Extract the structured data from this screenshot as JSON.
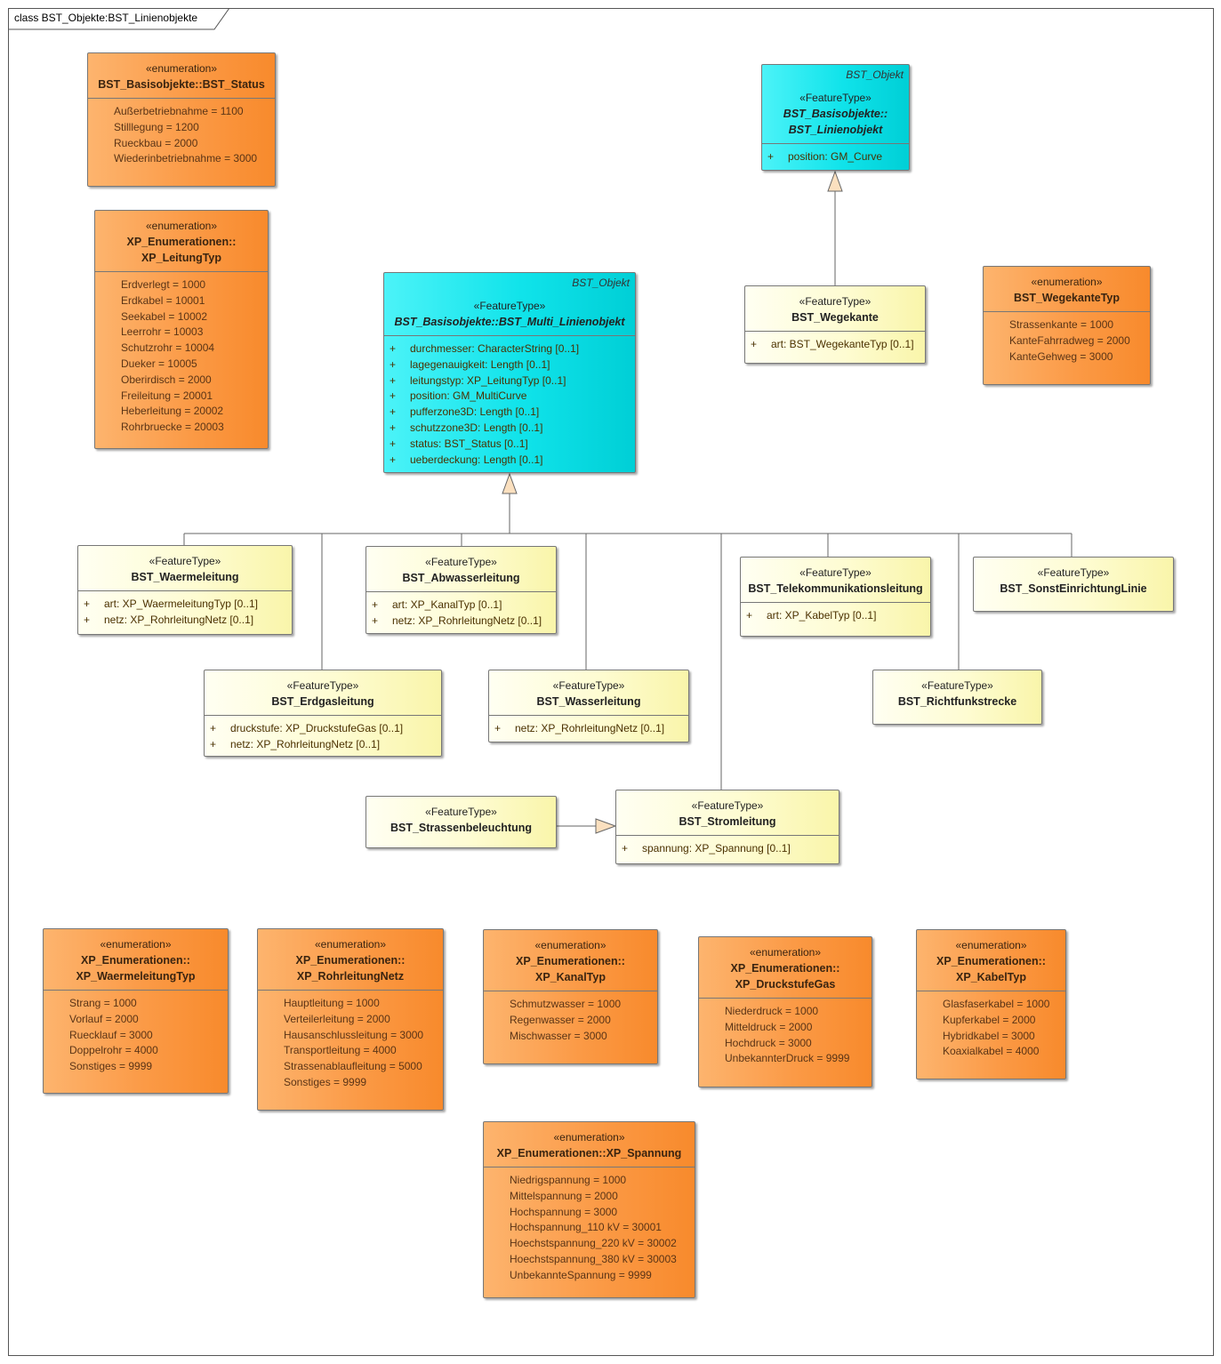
{
  "frame": {
    "title": "class BST_Objekte:BST_Linienobjekte"
  },
  "classes": {
    "bst_status": {
      "stereotype": "«enumeration»",
      "name": "BST_Basisobjekte::BST_Status",
      "attributes": [
        "Außerbetriebnahme = 1100",
        "Stilllegung = 1200",
        "Rueckbau = 2000",
        "Wiederinbetriebnahme = 3000"
      ]
    },
    "xp_leitungtyp": {
      "stereotype": "«enumeration»",
      "name_line1": "XP_Enumerationen::",
      "name_line2": "XP_LeitungTyp",
      "attributes": [
        "Erdverlegt = 1000",
        "Erdkabel = 10001",
        "Seekabel = 10002",
        "Leerrohr = 10003",
        "Schutzrohr = 10004",
        "Dueker = 10005",
        "Oberirdisch = 2000",
        "Freileitung = 20001",
        "Heberleitung = 20002",
        "Rohrbruecke = 20003"
      ]
    },
    "bst_linienobjekt": {
      "tag": "BST_Objekt",
      "stereotype": "«FeatureType»",
      "name_line1": "BST_Basisobjekte::",
      "name_line2": "BST_Linienobjekt",
      "visibility": "+",
      "attributes": [
        "position: GM_Curve"
      ]
    },
    "bst_multi_linienobjekt": {
      "tag": "BST_Objekt",
      "stereotype": "«FeatureType»",
      "name": "BST_Basisobjekte::BST_Multi_Linienobjekt",
      "visibility": "+",
      "attributes": [
        "durchmesser: CharacterString [0..1]",
        "lagegenauigkeit: Length [0..1]",
        "leitungstyp: XP_LeitungTyp [0..1]",
        "position: GM_MultiCurve",
        "pufferzone3D: Length [0..1]",
        "schutzzone3D: Length [0..1]",
        "status: BST_Status [0..1]",
        "ueberdeckung: Length [0..1]"
      ]
    },
    "bst_wegekante": {
      "stereotype": "«FeatureType»",
      "name": "BST_Wegekante",
      "visibility": "+",
      "attributes": [
        "art: BST_WegekanteTyp [0..1]"
      ]
    },
    "bst_wegekantetyp": {
      "stereotype": "«enumeration»",
      "name": "BST_WegekanteTyp",
      "attributes": [
        "Strassenkante = 1000",
        "KanteFahrradweg = 2000",
        "KanteGehweg = 3000"
      ]
    },
    "bst_waermeleitung": {
      "stereotype": "«FeatureType»",
      "name": "BST_Waermeleitung",
      "visibility": "+",
      "attributes": [
        "art: XP_WaermeleitungTyp [0..1]",
        "netz: XP_RohrleitungNetz [0..1]"
      ]
    },
    "bst_abwasserleitung": {
      "stereotype": "«FeatureType»",
      "name": "BST_Abwasserleitung",
      "visibility": "+",
      "attributes": [
        "art: XP_KanalTyp [0..1]",
        "netz: XP_RohrleitungNetz [0..1]"
      ]
    },
    "bst_telekommunikationsleitung": {
      "stereotype": "«FeatureType»",
      "name": "BST_Telekommunikationsleitung",
      "visibility": "+",
      "attributes": [
        "art: XP_KabelTyp [0..1]"
      ]
    },
    "bst_sonsteinrichtunglinie": {
      "stereotype": "«FeatureType»",
      "name": "BST_SonstEinrichtungLinie"
    },
    "bst_erdgasleitung": {
      "stereotype": "«FeatureType»",
      "name": "BST_Erdgasleitung",
      "visibility": "+",
      "attributes": [
        "druckstufe: XP_DruckstufeGas [0..1]",
        "netz: XP_RohrleitungNetz [0..1]"
      ]
    },
    "bst_wasserleitung": {
      "stereotype": "«FeatureType»",
      "name": "BST_Wasserleitung",
      "visibility": "+",
      "attributes": [
        "netz: XP_RohrleitungNetz [0..1]"
      ]
    },
    "bst_richtfunkstrecke": {
      "stereotype": "«FeatureType»",
      "name": "BST_Richtfunkstrecke"
    },
    "bst_strassenbeleuchtung": {
      "stereotype": "«FeatureType»",
      "name": "BST_Strassenbeleuchtung"
    },
    "bst_stromleitung": {
      "stereotype": "«FeatureType»",
      "name": "BST_Stromleitung",
      "visibility": "+",
      "attributes": [
        "spannung: XP_Spannung [0..1]"
      ]
    },
    "xp_waermeleitungtyp": {
      "stereotype": "«enumeration»",
      "name_line1": "XP_Enumerationen::",
      "name_line2": "XP_WaermeleitungTyp",
      "attributes": [
        "Strang = 1000",
        "Vorlauf = 2000",
        "Ruecklauf = 3000",
        "Doppelrohr = 4000",
        "Sonstiges = 9999"
      ]
    },
    "xp_rohrleitungnetz": {
      "stereotype": "«enumeration»",
      "name_line1": "XP_Enumerationen::",
      "name_line2": "XP_RohrleitungNetz",
      "attributes": [
        "Hauptleitung = 1000",
        "Verteilerleitung = 2000",
        "Hausanschlussleitung = 3000",
        "Transportleitung = 4000",
        "Strassenablaufleitung = 5000",
        "Sonstiges = 9999"
      ]
    },
    "xp_kanaltyp": {
      "stereotype": "«enumeration»",
      "name_line1": "XP_Enumerationen::",
      "name_line2": "XP_KanalTyp",
      "attributes": [
        "Schmutzwasser = 1000",
        "Regenwasser = 2000",
        "Mischwasser = 3000"
      ]
    },
    "xp_druckstufegas": {
      "stereotype": "«enumeration»",
      "name_line1": "XP_Enumerationen::",
      "name_line2": "XP_DruckstufeGas",
      "attributes": [
        "Niederdruck = 1000",
        "Mitteldruck = 2000",
        "Hochdruck = 3000",
        "UnbekannterDruck = 9999"
      ]
    },
    "xp_kabeltyp": {
      "stereotype": "«enumeration»",
      "name_line1": "XP_Enumerationen::",
      "name_line2": "XP_KabelTyp",
      "attributes": [
        "Glasfaserkabel = 1000",
        "Kupferkabel = 2000",
        "Hybridkabel = 3000",
        "Koaxialkabel = 4000"
      ]
    },
    "xp_spannung": {
      "stereotype": "«enumeration»",
      "name": "XP_Enumerationen::XP_Spannung",
      "attributes": [
        "Niedrigspannung = 1000",
        "Mittelspannung = 2000",
        "Hochspannung = 3000",
        "Hochspannung_110 kV = 30001",
        "Hoechstspannung_220 kV = 30002",
        "Hoechstspannung_380 kV = 30003",
        "UnbekannteSpannung = 9999"
      ]
    }
  }
}
